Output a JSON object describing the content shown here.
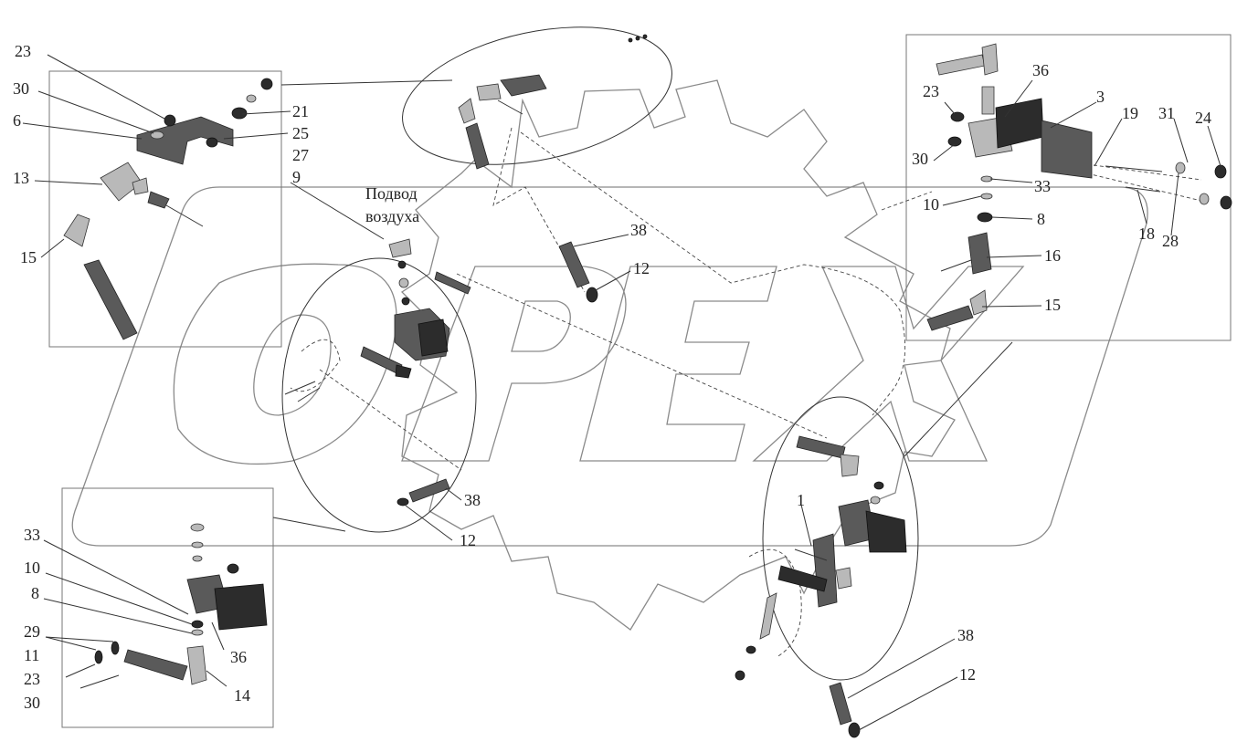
{
  "air_supply_label": [
    "Подвод",
    "воздуха"
  ],
  "callouts": {
    "c23a": "23",
    "c30a": "30",
    "c6": "6",
    "c13": "13",
    "c15a": "15",
    "c21": "21",
    "c25": "25",
    "c27": "27",
    "c9": "9",
    "c38a": "38",
    "c12a": "12",
    "c38b": "38",
    "c12b": "12",
    "c36a": "36",
    "c23b": "23",
    "c30b": "30",
    "c3": "3",
    "c19": "19",
    "c31": "31",
    "c24": "24",
    "c33a": "33",
    "c10a": "10",
    "c8a": "8",
    "c18": "18",
    "c28": "28",
    "c16": "16",
    "c15b": "15",
    "c33b": "33",
    "c10b": "10",
    "c8b": "8",
    "c29": "29",
    "c11": "11",
    "c23c": "23",
    "c30c": "30",
    "c36b": "36",
    "c14": "14",
    "c1": "1",
    "c38c": "38",
    "c12c": "12"
  }
}
